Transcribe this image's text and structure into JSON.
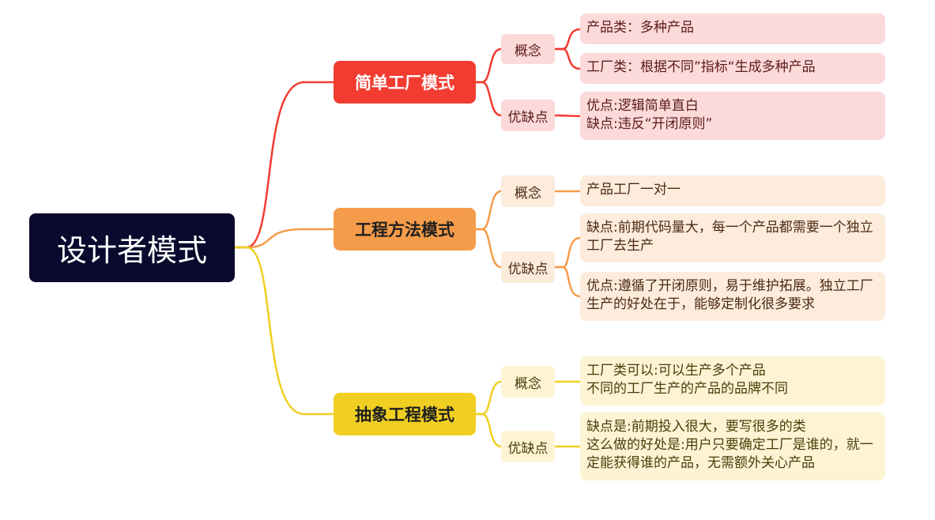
{
  "root": {
    "label": "设计者模式",
    "color": "#0a0a2e"
  },
  "branches": [
    {
      "label": "简单工厂模式",
      "color": "#f23c32",
      "subs": [
        {
          "label": "概念",
          "leaves": [
            "产品类：多种产品",
            "工厂类：根据不同”指标“生成多种产品"
          ]
        },
        {
          "label": "优缺点",
          "leaves": [
            "优点:逻辑简单直白\n缺点:违反“开闭原则”"
          ]
        }
      ]
    },
    {
      "label": "工程方法模式",
      "color": "#f59c4a",
      "subs": [
        {
          "label": "概念",
          "leaves": [
            "产品工厂一对一"
          ]
        },
        {
          "label": "优缺点",
          "leaves": [
            "缺点:前期代码量大，每一个产品都需要一个独立工厂去生产",
            "优点:遵循了开闭原则，易于维护拓展。独立工厂生产的好处在于，能够定制化很多要求"
          ]
        }
      ]
    },
    {
      "label": "抽象工程模式",
      "color": "#f0cf22",
      "subs": [
        {
          "label": "概念",
          "leaves": [
            "工厂类可以:可以生产多个产品\n不同的工厂生产的产品的品牌不同"
          ]
        },
        {
          "label": "优缺点",
          "leaves": [
            "缺点是:前期投入很大，要写很多的类\n这么做的好处是:用户只要确定工厂是谁的，就一定能获得谁的产品，无需额外关心产品"
          ]
        }
      ]
    }
  ]
}
